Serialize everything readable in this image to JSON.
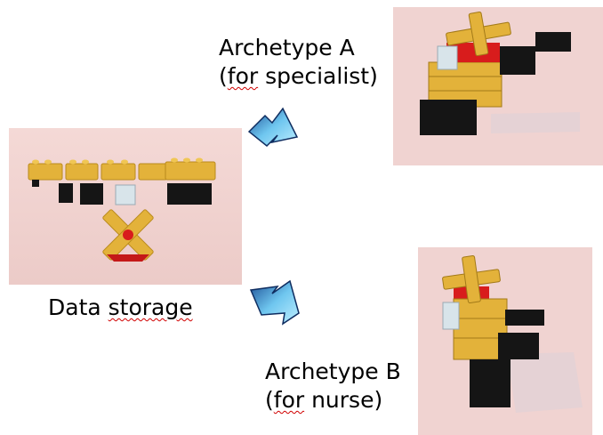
{
  "archetype_a": {
    "line1": "Archetype A",
    "line2_prefix": "(",
    "line2_word": "for",
    "line2_rest": " specialist)"
  },
  "data_storage": {
    "word1": "Data ",
    "word2": "storage"
  },
  "archetype_b": {
    "line1": "Archetype B",
    "line2_prefix": "(",
    "line2_word": "for",
    "line2_rest": " nurse)"
  },
  "colors": {
    "photo_background": "#f2d6d4",
    "brick_yellow": "#e3b23a",
    "brick_black": "#151515",
    "brick_red": "#d81c1c",
    "brick_clear": "#d8e4ea",
    "arrow_light": "#bfefff",
    "arrow_dark": "#1c4f96"
  },
  "icons": {
    "arrow_a": "gradient-arrow-icon",
    "arrow_b": "gradient-arrow-icon"
  }
}
